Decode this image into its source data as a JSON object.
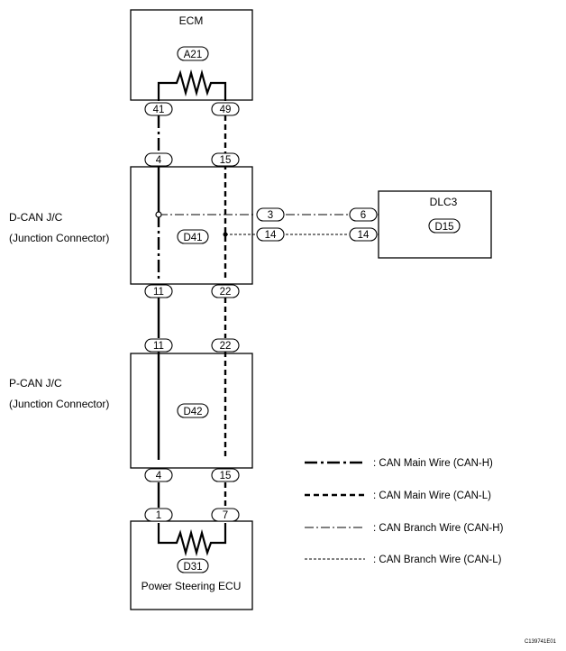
{
  "components": {
    "ecm": {
      "name": "ECM",
      "connector": "A21"
    },
    "dcan": {
      "line1": "D-CAN J/C",
      "line2": "(Junction Connector)",
      "connector": "D41"
    },
    "pcan": {
      "line1": "P-CAN J/C",
      "line2": "(Junction Connector)",
      "connector": "D42"
    },
    "dlc3": {
      "name": "DLC3",
      "connector": "D15"
    },
    "ps_ecu": {
      "name": "Power Steering ECU",
      "connector": "D31"
    }
  },
  "pins": {
    "ecm_h": "41",
    "ecm_l": "49",
    "dcan_top_h": "4",
    "dcan_top_l": "15",
    "dcan_branch_h": "3",
    "dcan_branch_l": "14",
    "dlc3_h": "6",
    "dlc3_l": "14",
    "dcan_bot_h": "11",
    "dcan_bot_l": "22",
    "pcan_top_h": "11",
    "pcan_top_l": "22",
    "pcan_bot_h": "4",
    "pcan_bot_l": "15",
    "ps_h": "1",
    "ps_l": "7"
  },
  "legend": [
    {
      "label": ": CAN Main Wire (CAN-H)",
      "style": "main-h"
    },
    {
      "label": ": CAN Main Wire (CAN-L)",
      "style": "main-l"
    },
    {
      "label": ": CAN Branch Wire (CAN-H)",
      "style": "branch-h"
    },
    {
      "label": ": CAN Branch Wire (CAN-L)",
      "style": "branch-l"
    }
  ],
  "figure_code": "C139741E01"
}
